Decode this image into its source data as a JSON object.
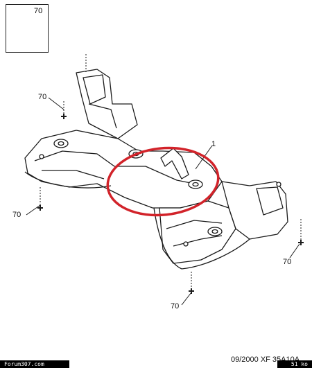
{
  "legend": {
    "part_number": "70",
    "icon": "bolt-icon"
  },
  "callouts": {
    "top_left": "70",
    "left": "70",
    "bottom": "70",
    "right": "70",
    "highlight": "1"
  },
  "footer": {
    "reference": "09/2000  XF 35A10A",
    "watermark": "Forum307.com",
    "file_size": "51 ko"
  },
  "colors": {
    "highlight_ring": "#d2232a",
    "line_art": "#1a1a1a",
    "fill": "#ffffff"
  }
}
